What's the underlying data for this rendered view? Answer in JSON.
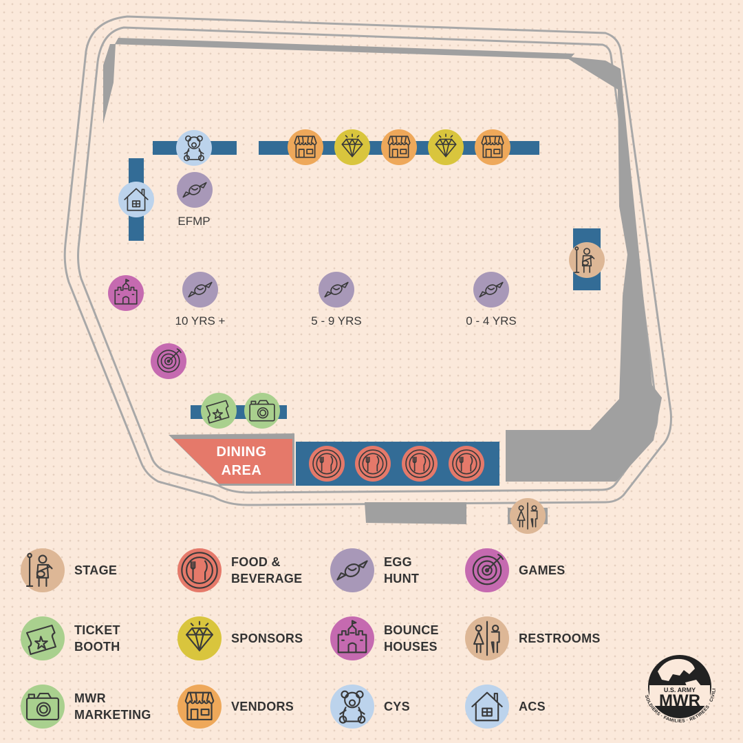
{
  "map": {
    "dining_area_label": "DINING\nAREA",
    "zone_labels": {
      "efmp": "EFMP",
      "ten_plus": "10 YRS +",
      "five_nine": "5 - 9 YRS",
      "zero_four": "0 - 4 YRS"
    }
  },
  "legend": [
    {
      "id": "stage",
      "label": "STAGE",
      "icon": "stage-icon",
      "color": "#ddb796"
    },
    {
      "id": "food",
      "label": "FOOD &\nBEVERAGE",
      "icon": "food-icon",
      "color": "#e5796a"
    },
    {
      "id": "egg",
      "label": "EGG\nHUNT",
      "icon": "candy-icon",
      "color": "#a898b8"
    },
    {
      "id": "games",
      "label": "GAMES",
      "icon": "target-icon",
      "color": "#c56ab0"
    },
    {
      "id": "ticket",
      "label": "TICKET\nBOOTH",
      "icon": "ticket-icon",
      "color": "#a9d08e"
    },
    {
      "id": "sponsors",
      "label": "SPONSORS",
      "icon": "diamond-icon",
      "color": "#d9c53d"
    },
    {
      "id": "bounce",
      "label": "BOUNCE\nHOUSES",
      "icon": "castle-icon",
      "color": "#c56ab0"
    },
    {
      "id": "restrooms",
      "label": "RESTROOMS",
      "icon": "restroom-icon",
      "color": "#ddb796"
    },
    {
      "id": "marketing",
      "label": "MWR\nMARKETING",
      "icon": "camera-icon",
      "color": "#a9d08e"
    },
    {
      "id": "vendors",
      "label": "VENDORS",
      "icon": "vendor-icon",
      "color": "#eea85a"
    },
    {
      "id": "cys",
      "label": "CYS",
      "icon": "teddy-icon",
      "color": "#bcd3ec"
    },
    {
      "id": "acs",
      "label": "ACS",
      "icon": "house-icon",
      "color": "#bcd3ec"
    }
  ],
  "logo": {
    "top_text": "U.S. ARMY",
    "main_text": "MWR",
    "ring_text": "SOLDIERS · FAMILIES · RETIREES · CIVILIANS"
  },
  "colors": {
    "background": "#fbe9db",
    "blue_bar": "#336c96",
    "gray_grandstand": "#a0a0a0",
    "dining": "#e5796a",
    "outline": "#a8a8a8"
  }
}
